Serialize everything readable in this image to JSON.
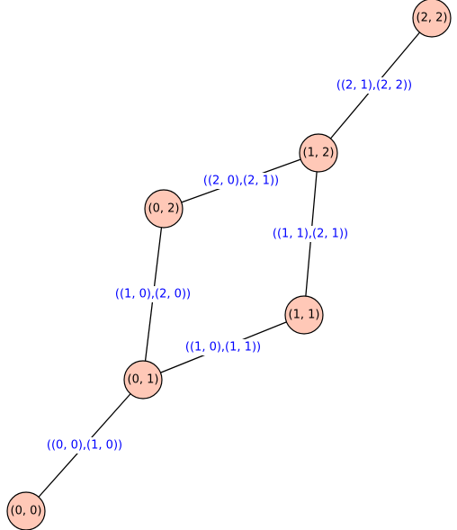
{
  "diagram": {
    "colors": {
      "node_fill": "#ffc8b7",
      "edge_label": "#0000ff",
      "edge": "#000000"
    },
    "nodes": [
      {
        "id": "0-0",
        "label": "(0, 0)"
      },
      {
        "id": "0-1",
        "label": "(0, 1)"
      },
      {
        "id": "0-2",
        "label": "(0, 2)"
      },
      {
        "id": "1-1",
        "label": "(1, 1)"
      },
      {
        "id": "1-2",
        "label": "(1, 2)"
      },
      {
        "id": "2-2",
        "label": "(2, 2)"
      }
    ],
    "edges": [
      {
        "from": "0-0",
        "to": "0-1",
        "label": "((0, 0),(1, 0))"
      },
      {
        "from": "0-1",
        "to": "0-2",
        "label": "((1, 0),(2, 0))"
      },
      {
        "from": "0-1",
        "to": "1-1",
        "label": "((1, 0),(1, 1))"
      },
      {
        "from": "1-1",
        "to": "1-2",
        "label": "((1, 1),(2, 1))"
      },
      {
        "from": "0-2",
        "to": "1-2",
        "label": "((2, 0),(2, 1))"
      },
      {
        "from": "1-2",
        "to": "2-2",
        "label": "((2, 1),(2, 2))"
      }
    ]
  }
}
